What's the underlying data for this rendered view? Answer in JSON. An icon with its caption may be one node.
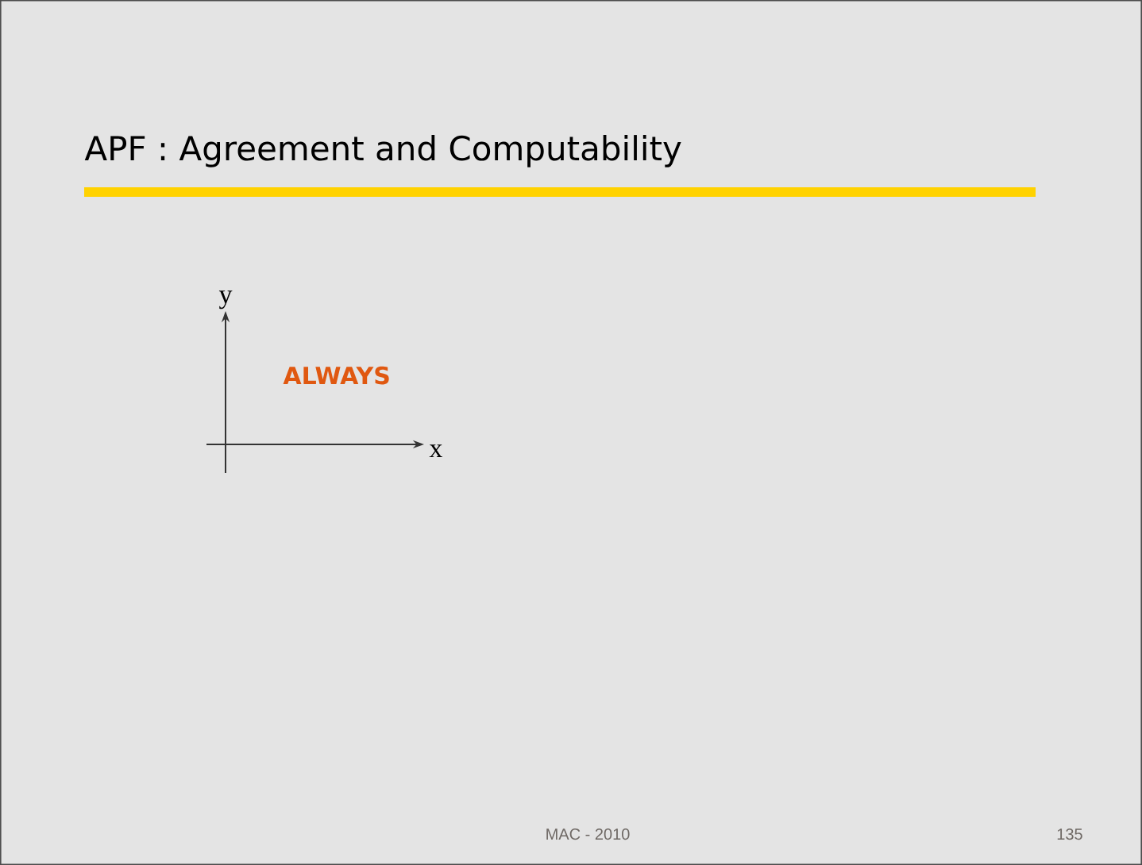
{
  "diagram": {
    "title": "APF :   Agreement and Computability",
    "labels": [
      "y",
      "x",
      "ALWAYS",
      "MAC - 2010",
      "135"
    ]
  }
}
